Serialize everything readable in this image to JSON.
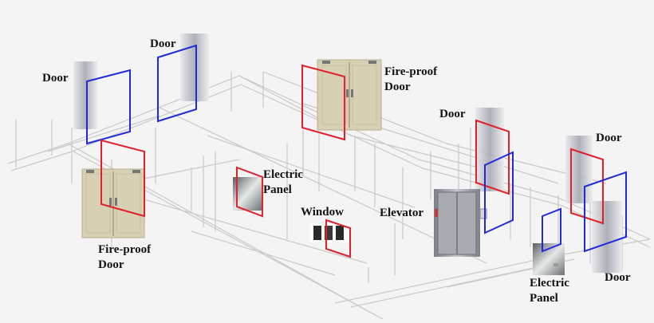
{
  "labels": {
    "door_1": "Door",
    "door_2": "Door",
    "door_3": "Door",
    "door_4": "Door",
    "door_5": "Door",
    "fireproof_door_top": [
      "Fire-proof",
      "Door"
    ],
    "fireproof_door_left": [
      "Fire-proof",
      "Door"
    ],
    "electric_panel_center": [
      "Electric",
      "Panel"
    ],
    "electric_panel_right": [
      "Electric",
      "Panel"
    ],
    "window": "Window",
    "elevator": "Elevator"
  },
  "colors": {
    "background": "#f4f4f4",
    "wireframe": "#c9c9c9",
    "box_red": "#e0202a",
    "box_blue": "#1f2bd8",
    "door_beige": "#d8d0b3",
    "elevator_steel": "#9a9ea3"
  }
}
